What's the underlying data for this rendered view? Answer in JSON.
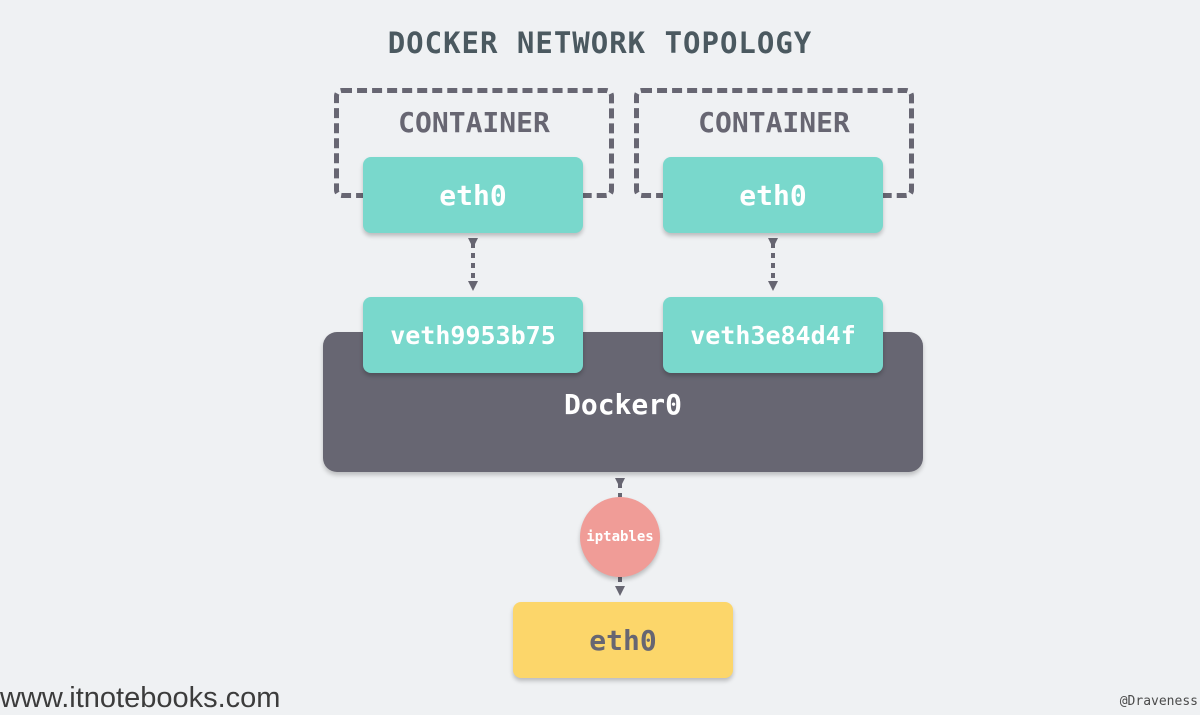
{
  "diagram": {
    "title": "DOCKER NETWORK TOPOLOGY",
    "containers": [
      {
        "label": "CONTAINER",
        "interface": "eth0",
        "veth": "veth9953b75"
      },
      {
        "label": "CONTAINER",
        "interface": "eth0",
        "veth": "veth3e84d4f"
      }
    ],
    "bridge": {
      "label": "Docker0"
    },
    "firewall": {
      "label": "iptables"
    },
    "host_interface": {
      "label": "eth0"
    },
    "watermark": "www.itnotebooks.com",
    "author": "@Draveness",
    "colors": {
      "background": "#eff1f3",
      "interface": "#79d8cc",
      "bridge": "#676672",
      "iptables": "#f09c97",
      "host_interface": "#fcd66a",
      "title": "#4b5960"
    }
  }
}
